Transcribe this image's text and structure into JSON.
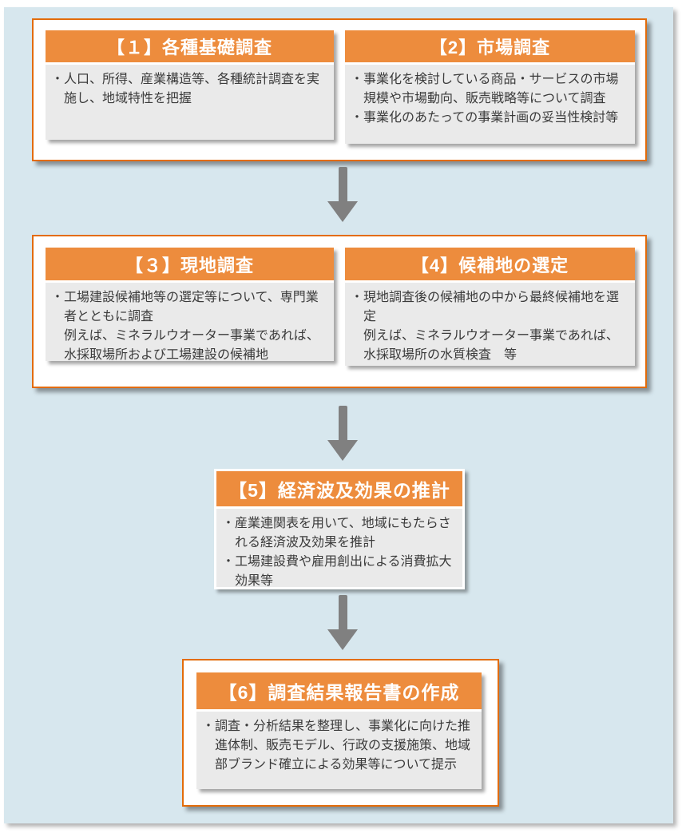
{
  "colors": {
    "background_blue": "#D7E7EE",
    "container_border_orange": "#E36C0A",
    "header_orange": "#ED8C3D",
    "body_gray": "#EAEAEA",
    "arrow_gray": "#808080",
    "header_text": "#FFFFFF"
  },
  "icons": {
    "flow_arrow": "arrow-down"
  },
  "cards": [
    {
      "title": "【１】各種基礎調査",
      "items": [
        {
          "text": "・人口、所得、産業構造等、各種統計調査を実施し、地域特性を把握"
        }
      ]
    },
    {
      "title": "【2】市場調査",
      "items": [
        {
          "text": "・事業化を検討している商品・サービスの市場規模や市場動向、販売戦略等について調査"
        },
        {
          "text": "・事業化のあたっての事業計画の妥当性検討等"
        }
      ]
    },
    {
      "title": "【３】現地調査",
      "items": [
        {
          "text": "・工場建設候補地等の選定等について、専門業者とともに調査"
        },
        {
          "text": "例えば、ミネラルウオーター事業であれば、水採取場所および工場建設の候補地"
        }
      ]
    },
    {
      "title": "【4】候補地の選定",
      "items": [
        {
          "text": "・現地調査後の候補地の中から最終候補地を選定"
        },
        {
          "text": "例えば、ミネラルウオーター事業であれば、水採取場所の水質検査　等"
        }
      ]
    },
    {
      "title": "【5】経済波及効果の推計",
      "items": [
        {
          "text": "・産業連関表を用いて、地域にもたらされる経済波及効果を推計"
        },
        {
          "text": "・工場建設費や雇用創出による消費拡大効果等"
        }
      ]
    },
    {
      "title": "【6】調査結果報告書の作成",
      "items": [
        {
          "text": "・調査・分析結果を整理し、事業化に向けた推進体制、販売モデル、行政の支援施策、地域部ブランド確立による効果等について提示"
        }
      ]
    }
  ]
}
